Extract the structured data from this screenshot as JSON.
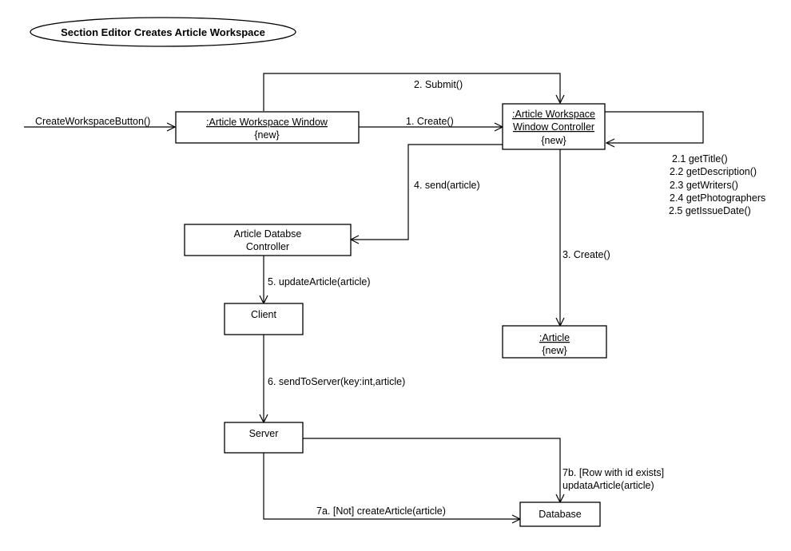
{
  "title": "Section Editor Creates Article Workspace",
  "objects": {
    "article_window": {
      "line1": ":Article Workspace Window",
      "line2": "{new}"
    },
    "controller": {
      "line1": ":Article Workspace",
      "line2": "Window Controller",
      "line3": "{new}"
    },
    "db_controller": {
      "line1": "Article Databse",
      "line2": "Controller"
    },
    "client": {
      "label": "Client"
    },
    "article": {
      "line1": ":Article",
      "line2": "{new}"
    },
    "server": {
      "label": "Server"
    },
    "database": {
      "label": "Database"
    }
  },
  "messages": {
    "create_button": "CreateWorkspaceButton()",
    "m1": "1. Create()",
    "m2": "2. Submit()",
    "m2_1": "2.1 getTitle()",
    "m2_2": "2.2 getDescription()",
    "m2_3": "2.3 getWriters()",
    "m2_4": "2.4 getPhotographers",
    "m2_5": "2.5 getIssueDate()",
    "m3": "3. Create()",
    "m4": "4. send(article)",
    "m5": "5. updateArticle(article)",
    "m6": "6. sendToServer(key:int,article)",
    "m7a": "7a. [Not] createArticle(article)",
    "m7b_line1": "7b. [Row with id exists]",
    "m7b_line2": "updataArticle(article)"
  }
}
